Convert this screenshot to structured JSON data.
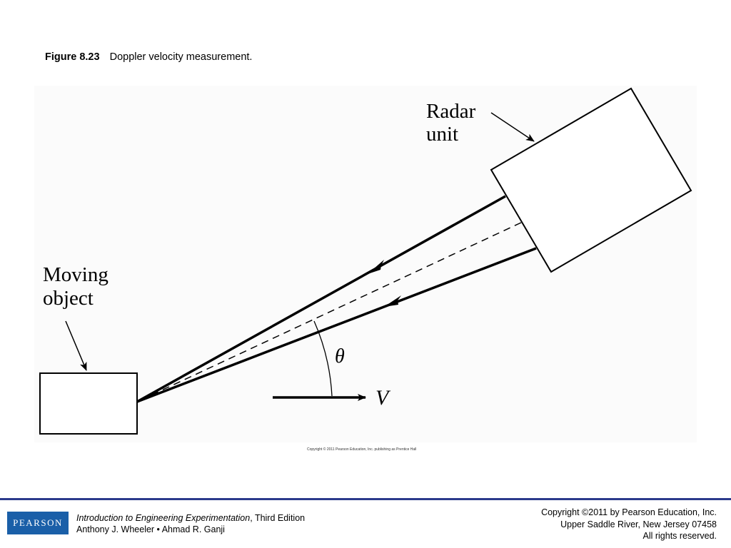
{
  "caption": {
    "figure_number": "Figure 8.23",
    "text": "Doppler velocity measurement."
  },
  "diagram": {
    "radar_label_line1": "Radar",
    "radar_label_line2": "unit",
    "object_label_line1": "Moving",
    "object_label_line2": "object",
    "angle_label": "θ",
    "velocity_label": "V",
    "figure_copyright": "Copyright © 2011 Pearson Education, Inc. publishing as Prentice Hall"
  },
  "footer": {
    "logo_text": "PEARSON",
    "book_title": "Introduction to Engineering Experimentation",
    "edition": ", Third Edition",
    "authors": "Anthony J. Wheeler • Ahmad R. Ganji",
    "copyright_line1": "Copyright ©2011 by Pearson Education, Inc.",
    "copyright_line2": "Upper Saddle River, New Jersey 07458",
    "copyright_line3": "All rights reserved.",
    "accent_color": "#2b3a8c",
    "logo_color": "#1a5fa8"
  }
}
